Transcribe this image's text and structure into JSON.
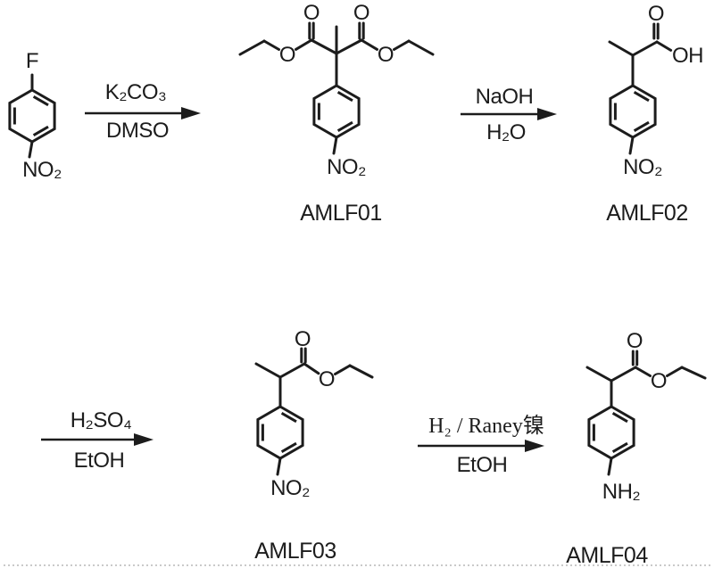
{
  "scheme": {
    "atoms": {
      "fluoro": "F",
      "oxygen": "O",
      "hydroxyl": "OH",
      "nitro": "NO₂",
      "amino": "NH₂"
    },
    "compounds": {
      "amlf01": {
        "name": "AMLF01"
      },
      "amlf02": {
        "name": "AMLF02"
      },
      "amlf03": {
        "name": "AMLF03"
      },
      "amlf04": {
        "name": "AMLF04"
      }
    },
    "reactions": {
      "step1": {
        "reagent": "K₂CO₃",
        "solvent": "DMSO"
      },
      "step2": {
        "reagent": "NaOH",
        "solvent": "H₂O"
      },
      "step3": {
        "reagent": "H₂SO₄",
        "solvent": "EtOH"
      },
      "step4": {
        "reagent": "H₂ / Raney镍",
        "solvent": "EtOH"
      }
    },
    "colors": {
      "ink": "#1c1c1c",
      "background": "#ffffff"
    }
  }
}
